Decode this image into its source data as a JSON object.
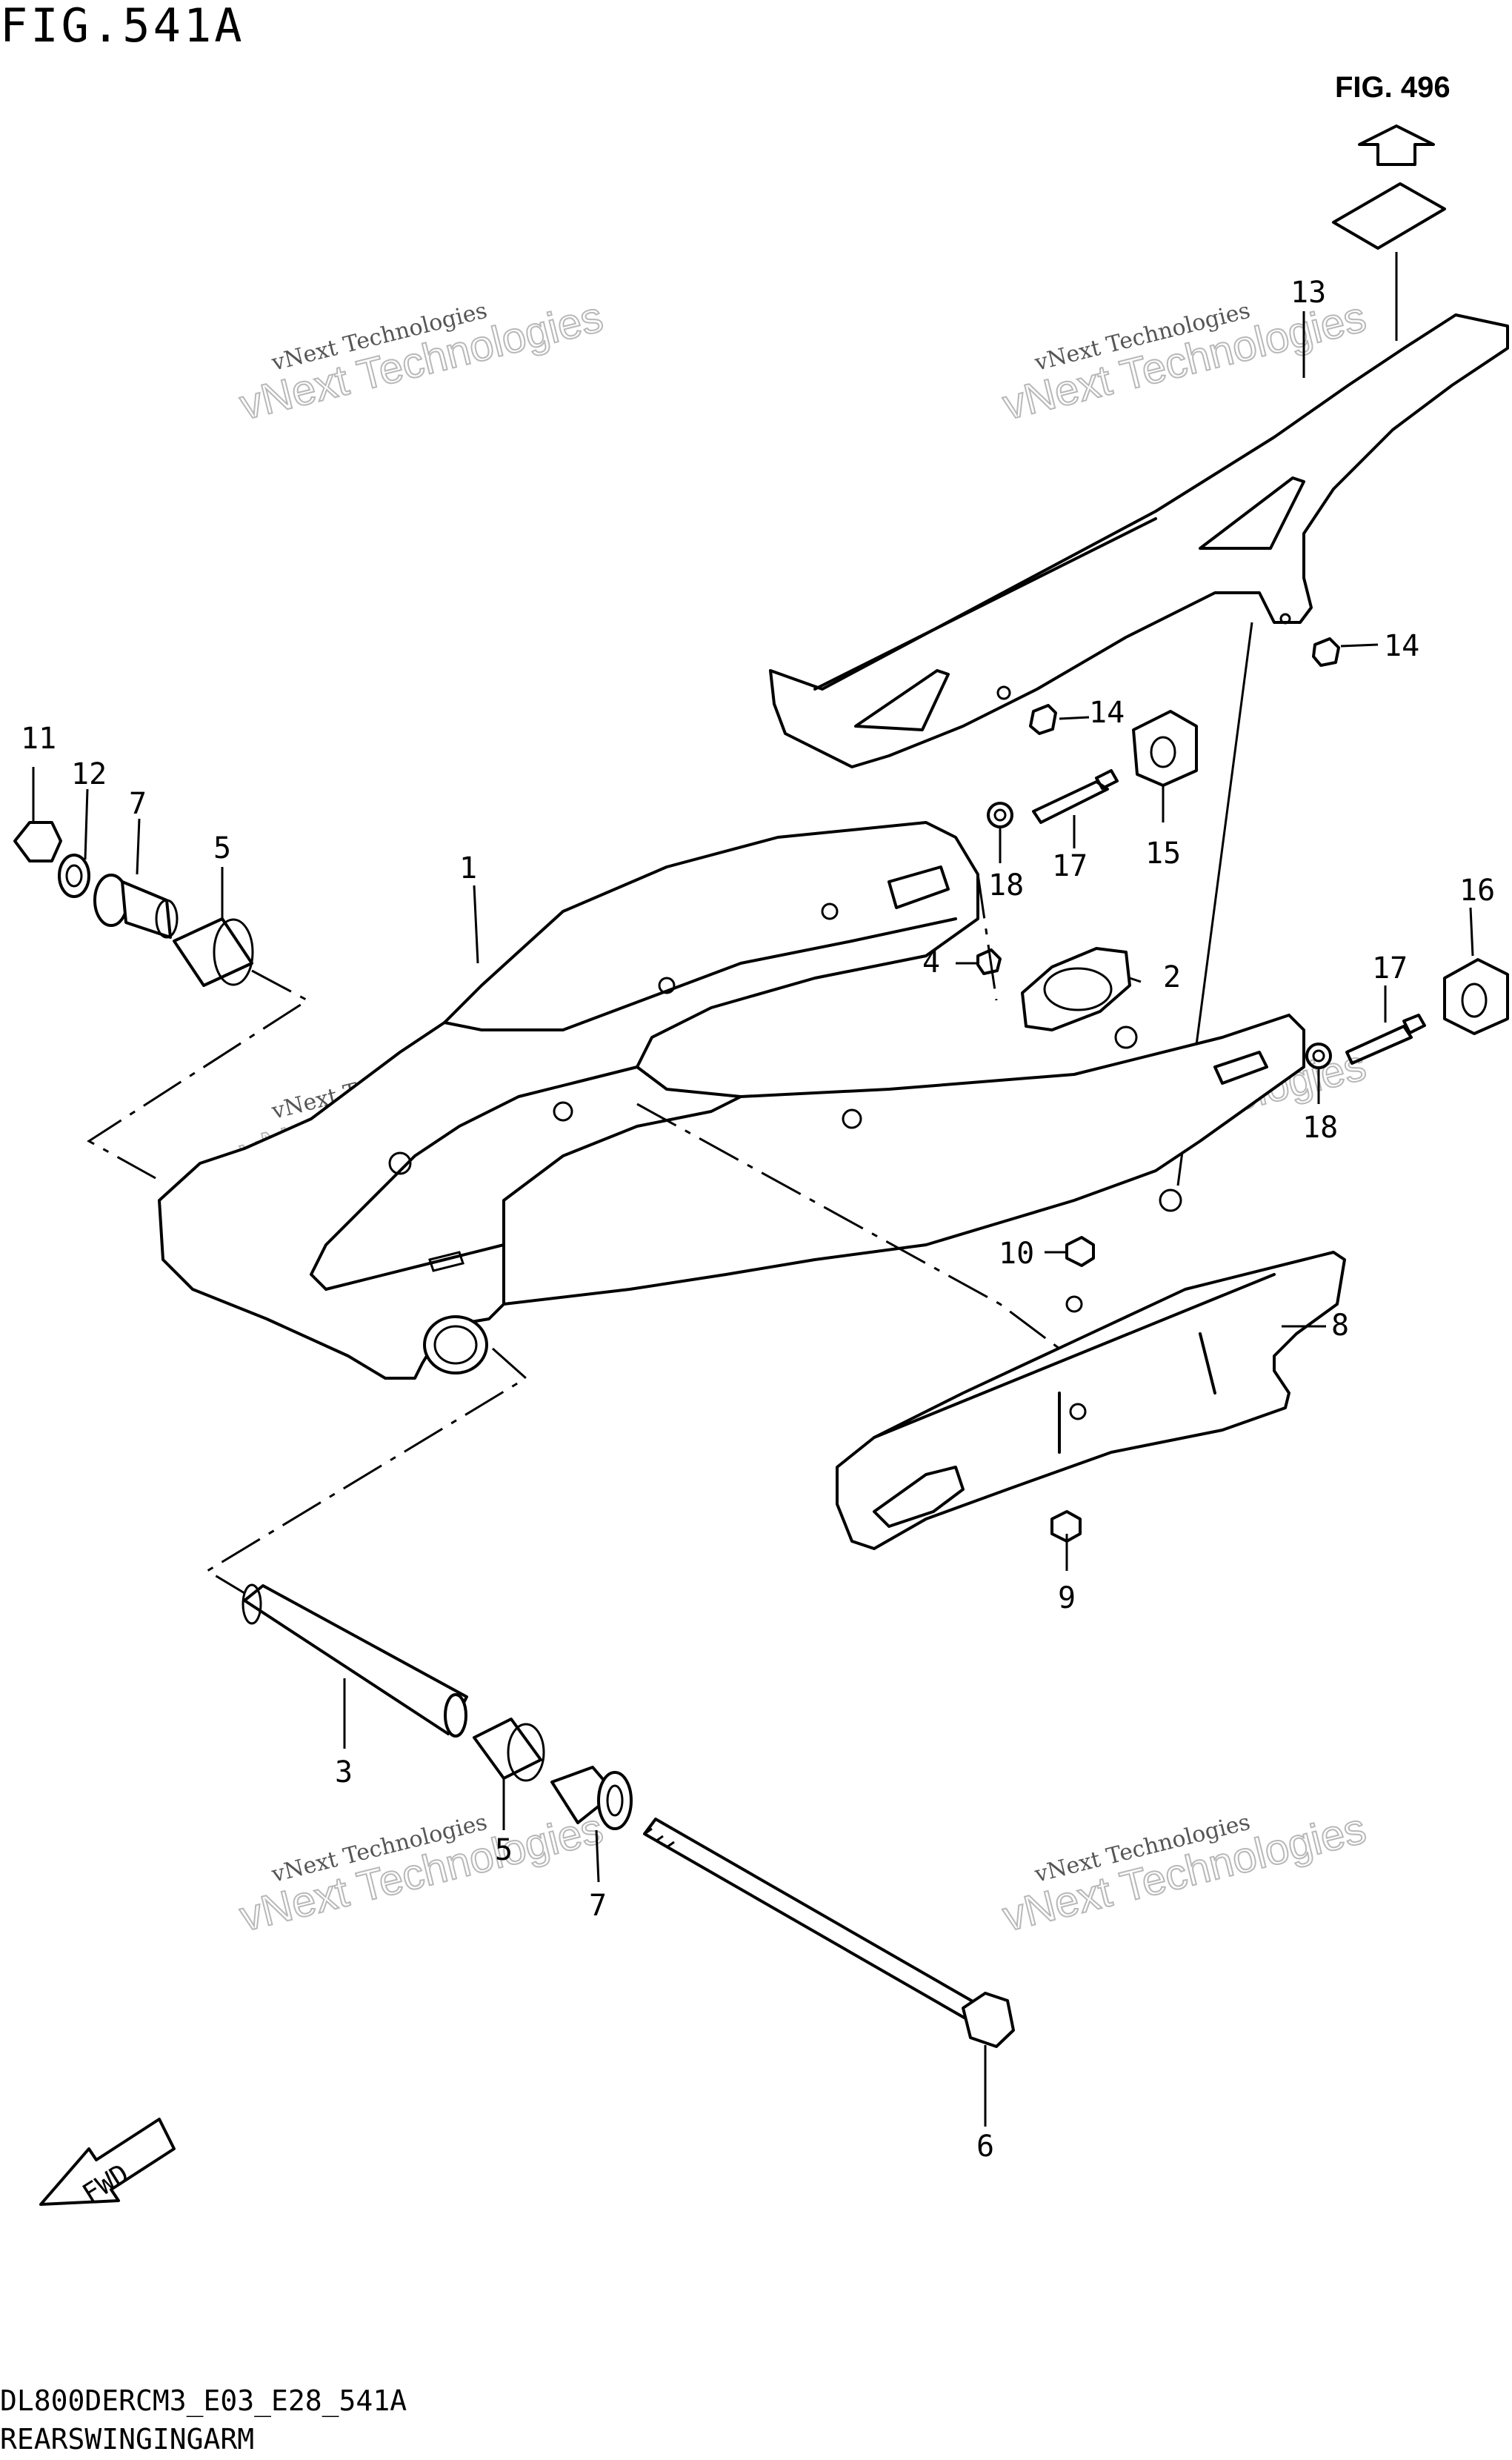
{
  "header": {
    "figure_title": "FIG.541A",
    "reference": "FIG. 496"
  },
  "footer": {
    "model_code": "DL800DERCM3_E03_E28_541A",
    "section_name": "REARSWINGINGARM"
  },
  "watermark": {
    "line1": "vNext Technologies",
    "line2": "vNext Technologies"
  },
  "callouts": [
    {
      "id": "1",
      "text": "1"
    },
    {
      "id": "2",
      "text": "2"
    },
    {
      "id": "3",
      "text": "3"
    },
    {
      "id": "4",
      "text": "4"
    },
    {
      "id": "5a",
      "text": "5"
    },
    {
      "id": "5b",
      "text": "5"
    },
    {
      "id": "6",
      "text": "6"
    },
    {
      "id": "7a",
      "text": "7"
    },
    {
      "id": "7b",
      "text": "7"
    },
    {
      "id": "8",
      "text": "8"
    },
    {
      "id": "9",
      "text": "9"
    },
    {
      "id": "10",
      "text": "10"
    },
    {
      "id": "11",
      "text": "11"
    },
    {
      "id": "12",
      "text": "12"
    },
    {
      "id": "13",
      "text": "13"
    },
    {
      "id": "14a",
      "text": "14"
    },
    {
      "id": "14b",
      "text": "14"
    },
    {
      "id": "15",
      "text": "15"
    },
    {
      "id": "16",
      "text": "16"
    },
    {
      "id": "17a",
      "text": "17"
    },
    {
      "id": "17b",
      "text": "17"
    },
    {
      "id": "18a",
      "text": "18"
    },
    {
      "id": "18b",
      "text": "18"
    }
  ],
  "fwd_label": "FWD"
}
